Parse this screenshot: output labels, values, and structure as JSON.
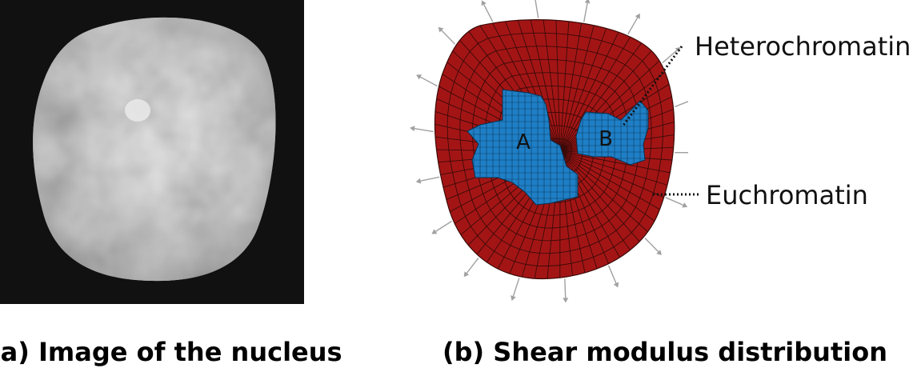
{
  "panel_a": {
    "caption": "(a) Image of the nucleus"
  },
  "panel_b": {
    "caption": "(b) Shear modulus distribution",
    "region_a_label": "A",
    "region_b_label": "B",
    "heterochromatin_label": "Heterochromatin",
    "euchromatin_label": "Euchromatin"
  },
  "colors": {
    "euchromatin": "#a31515",
    "heterochromatin": "#1f7fc6",
    "mesh_line": "#3a0a08",
    "arrow": "#a0a0a0",
    "image_background": "#111111"
  }
}
